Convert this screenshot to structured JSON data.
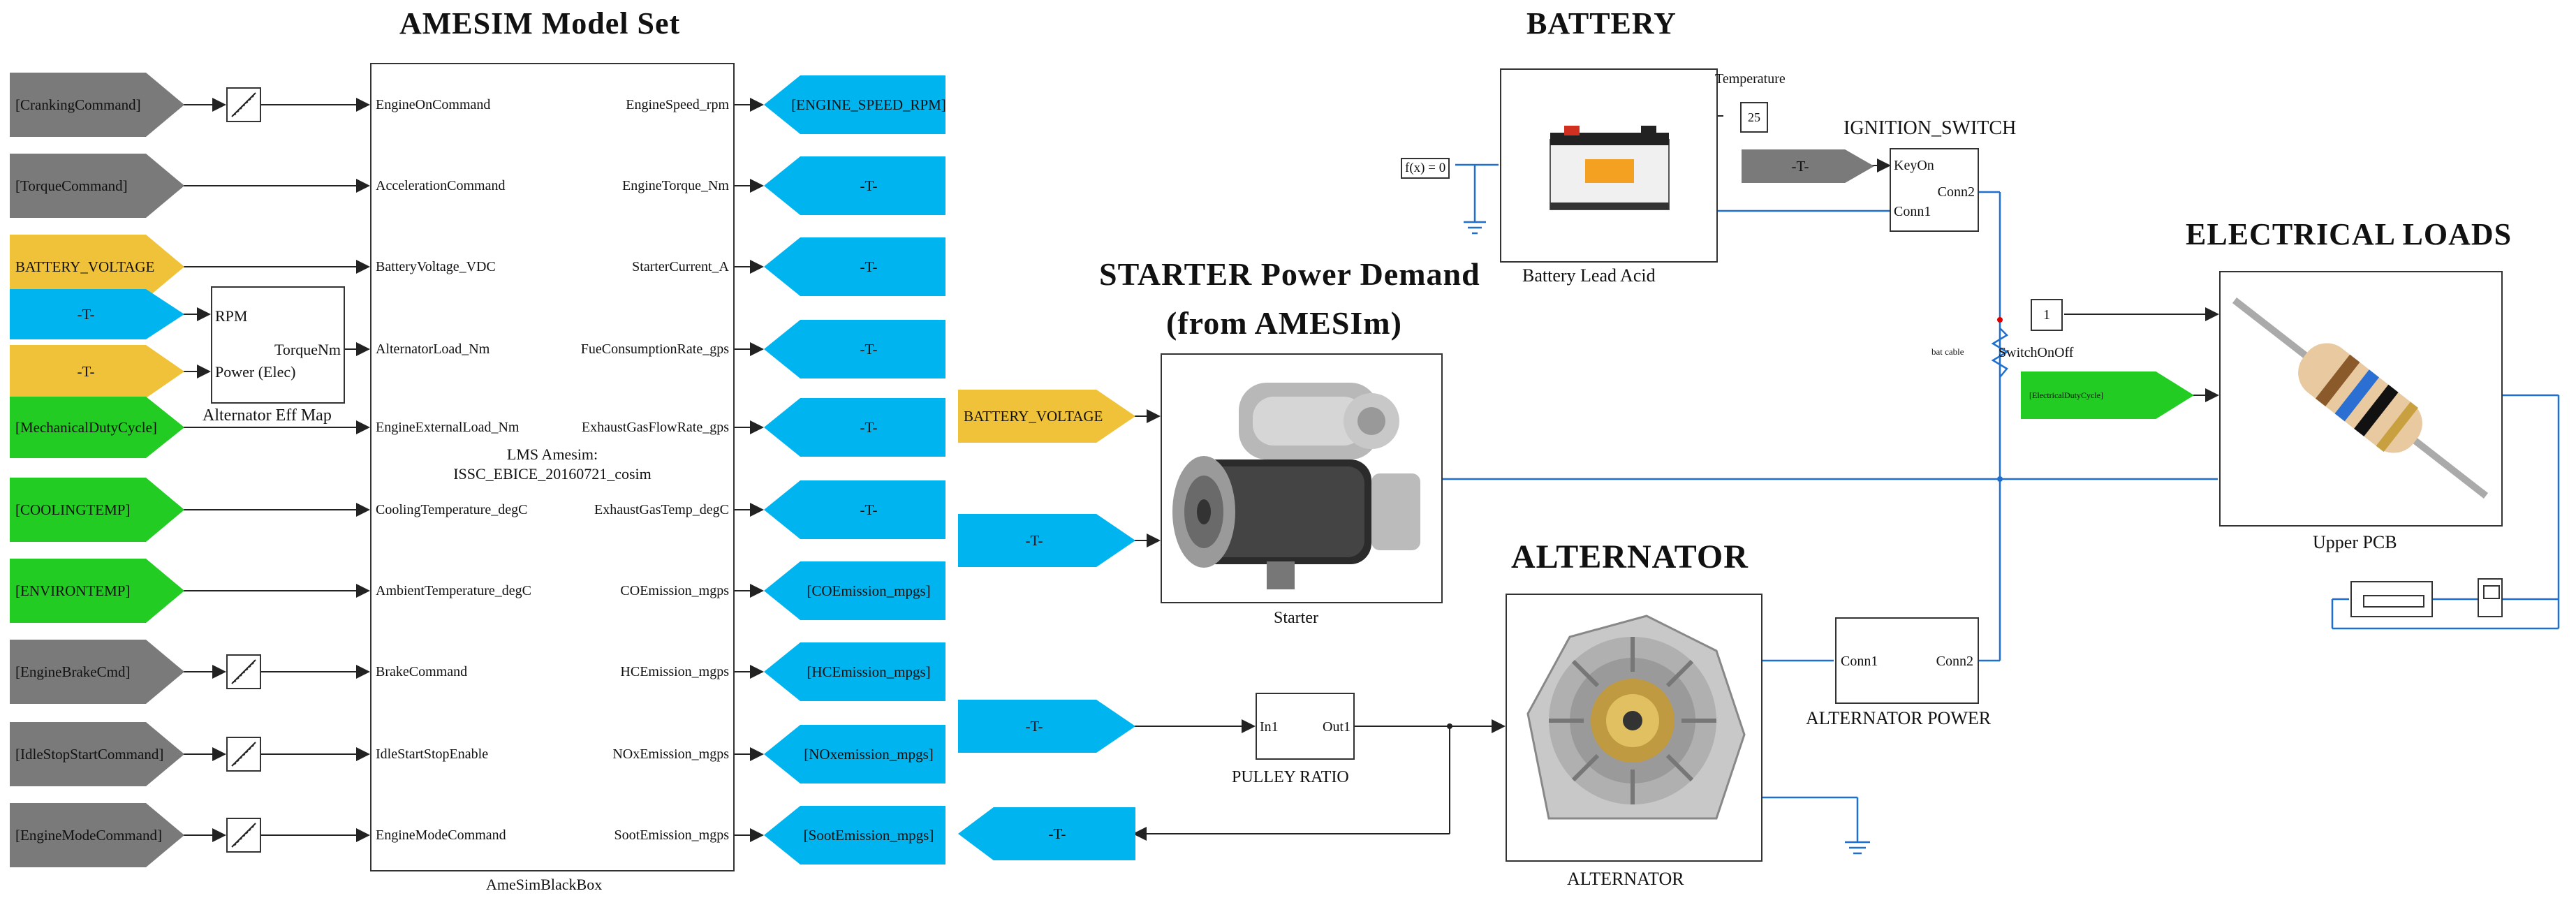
{
  "titles": {
    "amesim": "AMESIM Model Set",
    "battery": "BATTERY",
    "starter_line1": "STARTER Power Demand",
    "starter_line2": "(from AMESIm)",
    "alternator": "ALTERNATOR",
    "electrical_loads": "ELECTRICAL LOADS"
  },
  "inputs": [
    {
      "label": "[CrankingCommand]",
      "color": "gray"
    },
    {
      "label": "[TorqueCommand]",
      "color": "gray"
    },
    {
      "label": "BATTERY_VOLTAGE",
      "color": "yellow"
    },
    {
      "label": "-T-",
      "color": "blue"
    },
    {
      "label": "-T-",
      "color": "yellow"
    },
    {
      "label": "[MechanicalDutyCycle]",
      "color": "green"
    },
    {
      "label": "[COOLINGTEMP]",
      "color": "green"
    },
    {
      "label": "[ENVIRONTEMP]",
      "color": "green"
    },
    {
      "label": "[EngineBrakeCmd]",
      "color": "gray"
    },
    {
      "label": "[IdleStopStartCommand]",
      "color": "gray"
    },
    {
      "label": "[EngineModeCommand]",
      "color": "gray"
    }
  ],
  "amesim_block": {
    "in_ports": [
      "EngineOnCommand",
      "AccelerationCommand",
      "BatteryVoltage_VDC",
      "AlternatorLoad_Nm",
      "EngineExternalLoad_Nm",
      "CoolingTemperature_degC",
      "AmbientTemperature_degC",
      "BrakeCommand",
      "IdleStartStopEnable",
      "EngineModeCommand"
    ],
    "out_ports": [
      "EngineSpeed_rpm",
      "EngineTorque_Nm",
      "StarterCurrent_A",
      "FueConsumptionRate_gps",
      "ExhaustGasFlowRate_gps",
      "ExhaustGasTemp_degC",
      "COEmission_mgps",
      "HCEmission_mgps",
      "NOxEmission_mgps",
      "SootEmission_mgps"
    ],
    "center_line1": "LMS Amesim:",
    "center_line2": "ISSC_EBICE_20160721_cosim",
    "name": "AmeSimBlackBox"
  },
  "outputs": [
    "[ENGINE_SPEED_RPM]",
    "-T-",
    "-T-",
    "-T-",
    "-T-",
    "-T-",
    "[COEmission_mpgs]",
    "[HCEmission_mpgs]",
    "[NOxemission_mpgs]",
    "[SootEmission_mpgs]"
  ],
  "alt_eff_map": {
    "port_rpm": "RPM",
    "port_torque": "TorqueNm",
    "port_power": "Power (Elec)",
    "name": "Alternator Eff Map"
  },
  "starter": {
    "in1": "BATTERY_VOLTAGE",
    "in2": "-T-",
    "name": "Starter"
  },
  "battery": {
    "temp_label": "Temperature",
    "temp_value": "25",
    "fx_label": "f(x) = 0",
    "name": "Battery Lead Acid"
  },
  "ignition": {
    "title": "IGNITION_SWITCH",
    "input": "-T-",
    "port_keyon": "KeyOn",
    "port_conn2": "Conn2",
    "port_conn1": "Conn1"
  },
  "switch": {
    "const_value": "1",
    "label": "SwitchOnOff",
    "cable_label": "bat cable",
    "duty_tag": "[ElectricalDutyCycle]"
  },
  "loads": {
    "name": "Upper PCB"
  },
  "pulley": {
    "input": "-T-",
    "in_port": "In1",
    "out_port": "Out1",
    "name": "PULLEY RATIO"
  },
  "alternator": {
    "name": "ALTERNATOR",
    "feedback": "-T-"
  },
  "alt_power": {
    "port1": "Conn1",
    "port2": "Conn2",
    "name": "ALTERNATOR POWER"
  },
  "colors": {
    "wire": "#1f6fd1",
    "signal": "#222222",
    "gray": "#7a7a7a",
    "yellow": "#f0c23a",
    "blue": "#00b4f0",
    "green": "#22cc22"
  }
}
